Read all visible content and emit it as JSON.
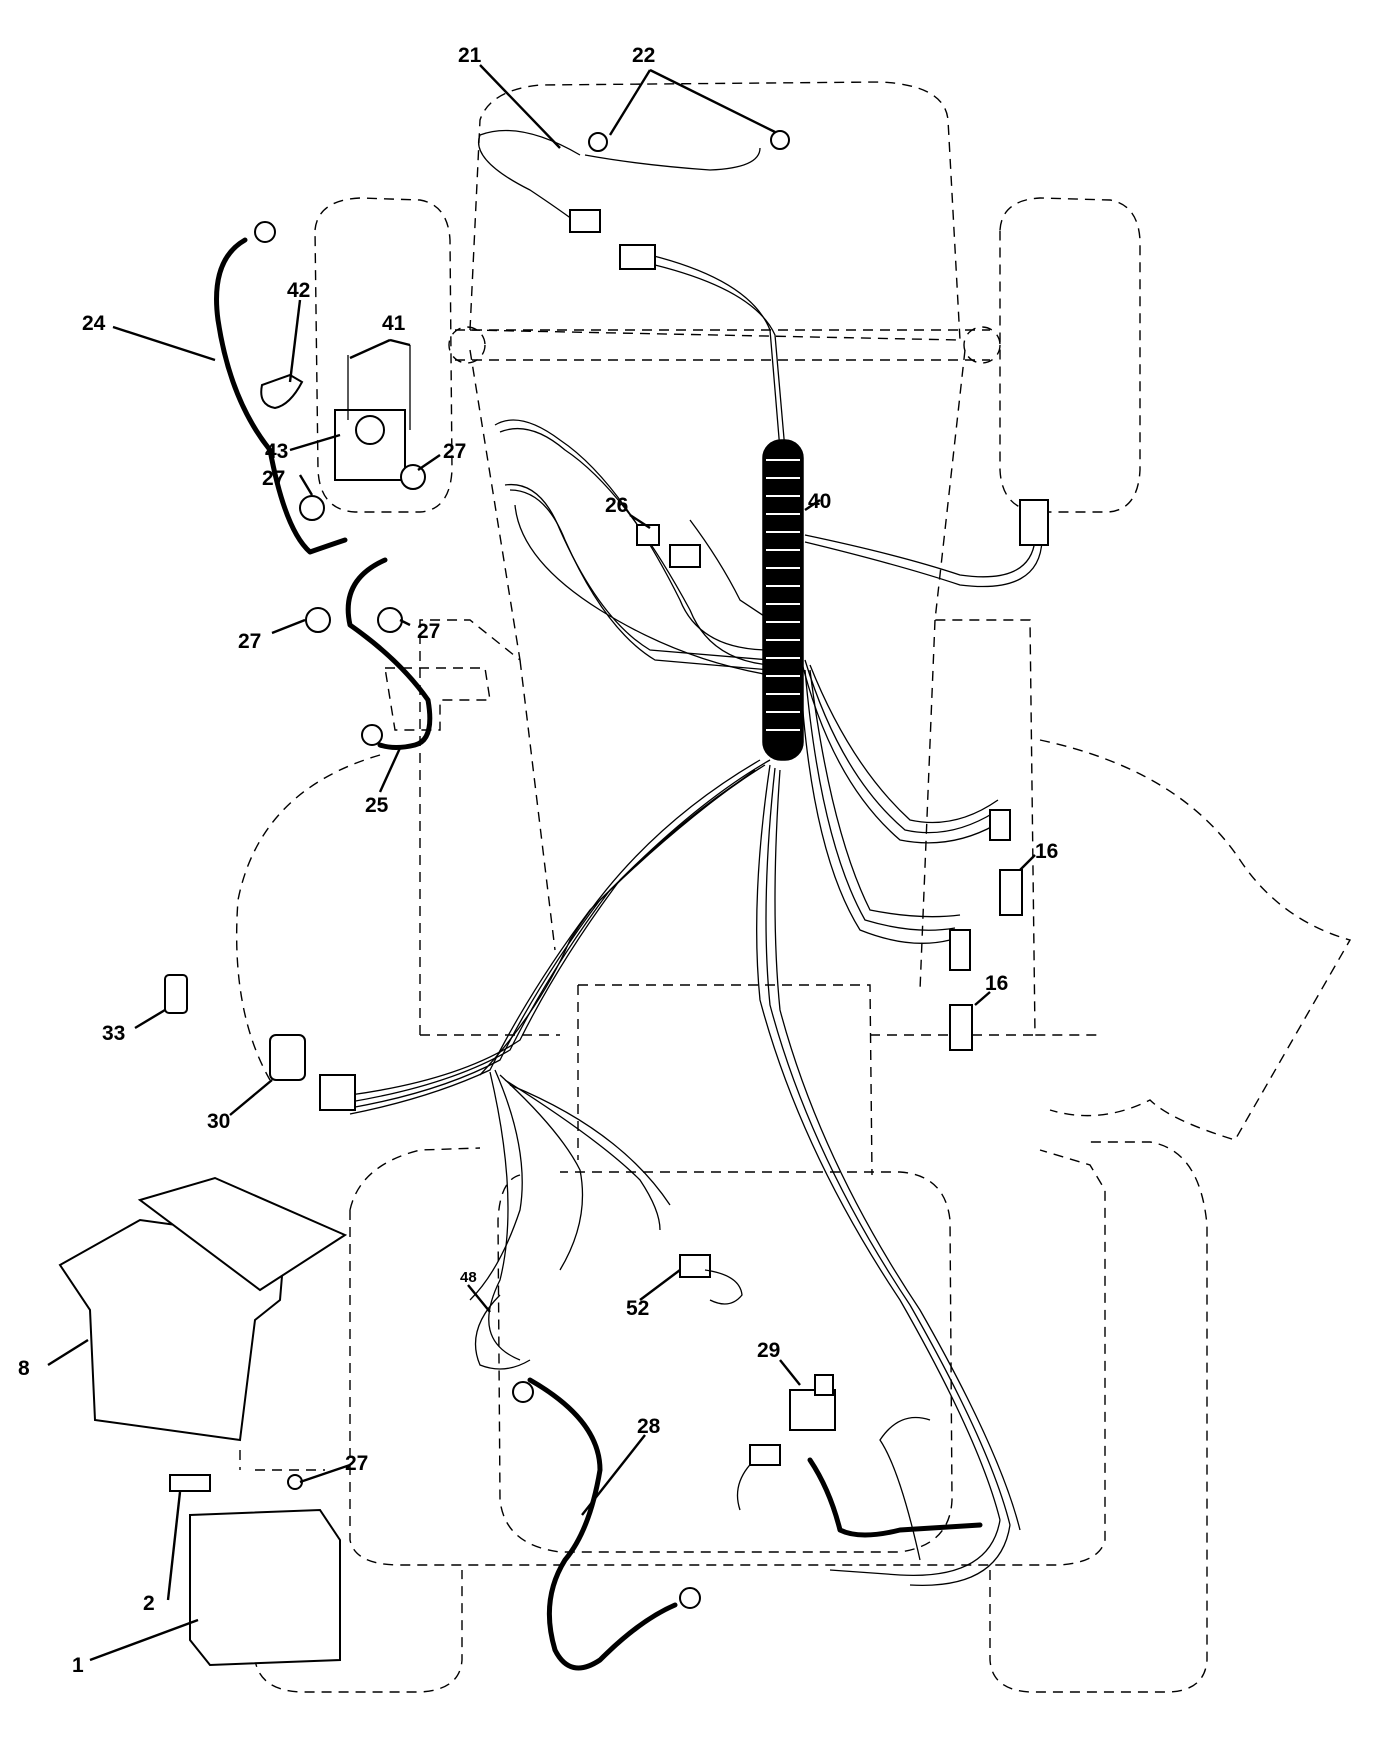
{
  "labels": {
    "l1": "1",
    "l2": "2",
    "l8": "8",
    "l16a": "16",
    "l16b": "16",
    "l21": "21",
    "l22": "22",
    "l24": "24",
    "l25": "25",
    "l26": "26",
    "l27a": "27",
    "l27b": "27",
    "l27c": "27",
    "l27d": "27",
    "l27e": "27",
    "l28": "28",
    "l29": "29",
    "l30": "30",
    "l33": "33",
    "l40": "40",
    "l41": "41",
    "l42": "42",
    "l43": "43",
    "l48": "48",
    "l52": "52"
  }
}
